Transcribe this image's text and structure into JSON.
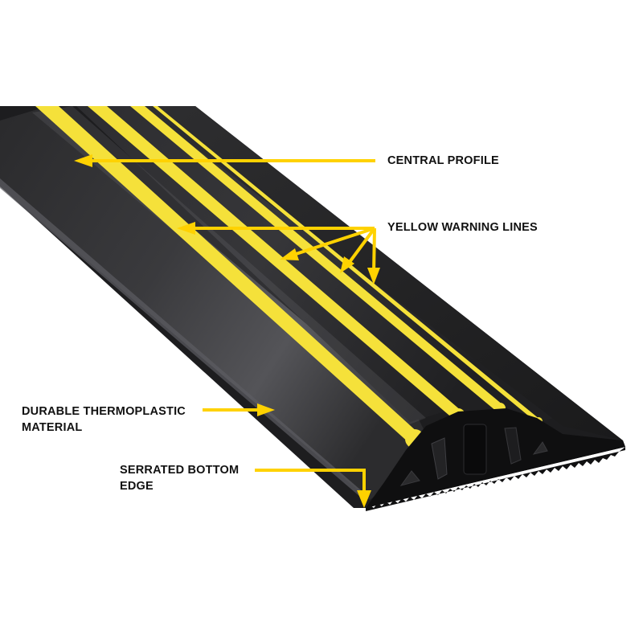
{
  "image": {
    "subject": "Black floor cable protector ramp with yellow warning lines",
    "background": "#ffffff",
    "colors": {
      "rubber_dark": "#1c1c1d",
      "rubber_mid": "#2e2e30",
      "rubber_highlight": "#5a5a5e",
      "stripe_yellow": "#f5e13a",
      "arrow_yellow": "#ffd200",
      "label_text": "#111111"
    }
  },
  "callouts": [
    {
      "id": "central-profile",
      "lines": [
        "CENTRAL PROFILE"
      ],
      "arrow_target": "crown of product surface"
    },
    {
      "id": "yellow-warning-lines",
      "lines": [
        "YELLOW WARNING LINES"
      ],
      "arrow_target": "four yellow stripes"
    },
    {
      "id": "durable-thermoplastic-material",
      "lines": [
        "DURABLE THERMOPLASTIC",
        "MATERIAL"
      ],
      "arrow_target": "side ramp surface"
    },
    {
      "id": "serrated-bottom-edge",
      "lines": [
        "SERRATED BOTTOM",
        "EDGE"
      ],
      "arrow_target": "serrated base edge"
    }
  ]
}
